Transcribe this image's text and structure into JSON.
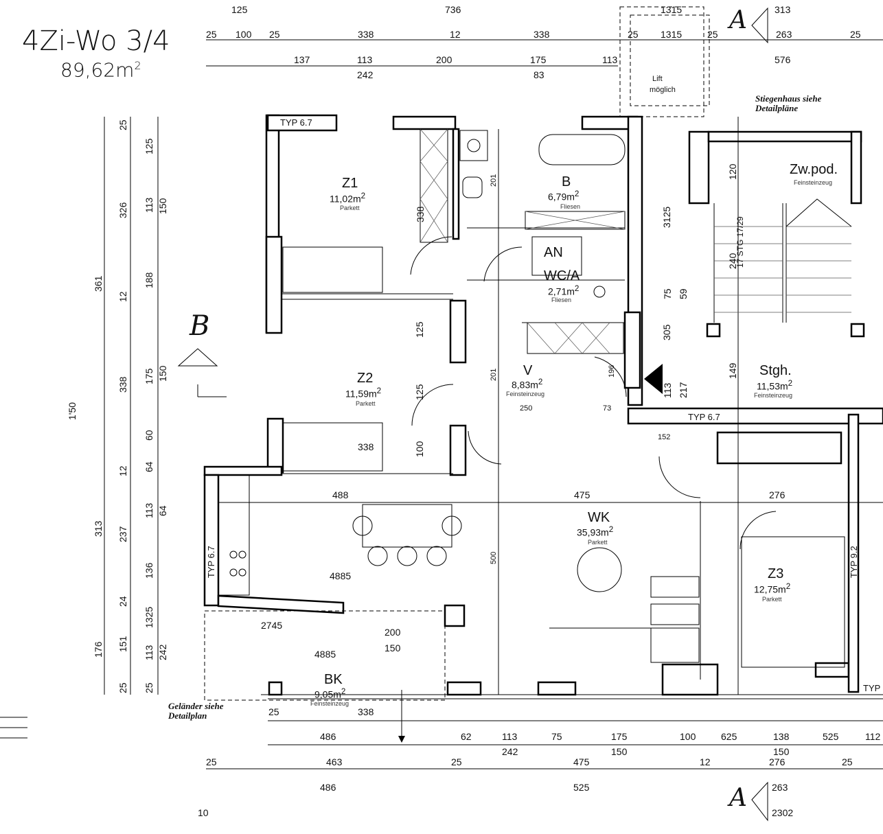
{
  "apartment": {
    "label": "4Zi-Wo 3/4",
    "area": "89,62m",
    "area_sup": "2"
  },
  "rooms": [
    {
      "id": "z1",
      "name": "Z1",
      "area": "11,02m",
      "sup": "2",
      "floor": "Parkett"
    },
    {
      "id": "z2",
      "name": "Z2",
      "area": "11,59m",
      "sup": "2",
      "floor": "Parkett"
    },
    {
      "id": "b",
      "name": "B",
      "area": "6,79m",
      "sup": "2",
      "floor": "Fliesen"
    },
    {
      "id": "an",
      "name": "AN"
    },
    {
      "id": "wc",
      "name": "WC/A",
      "area": "2,71m",
      "sup": "2",
      "floor": "Fliesen"
    },
    {
      "id": "v",
      "name": "V",
      "area": "8,83m",
      "sup": "2",
      "floor": "Feinsteinzeug"
    },
    {
      "id": "wk",
      "name": "WK",
      "area": "35,93m",
      "sup": "2",
      "floor": "Parkett"
    },
    {
      "id": "z3",
      "name": "Z3",
      "area": "12,75m",
      "sup": "2",
      "floor": "Parkett"
    },
    {
      "id": "bk",
      "name": "BK",
      "area": "9,05m",
      "sup": "2",
      "floor": "Feinsteinzeug"
    },
    {
      "id": "stgh",
      "name": "Stgh.",
      "area": "11,53m",
      "sup": "2",
      "floor": "Feinsteinzeug"
    },
    {
      "id": "zwpod",
      "name": "Zw.pod.",
      "floor": "Feinsteinzeug"
    }
  ],
  "section_marks": {
    "a": "A",
    "b": "B"
  },
  "notes": {
    "stair": [
      "Stiegenhaus siehe",
      "Detailpläne"
    ],
    "railing": [
      "Geländer siehe",
      "Detailplan"
    ],
    "lift": [
      "Lift",
      "möglich"
    ],
    "stair_steps": "17 STG 17/29"
  },
  "window_types": {
    "t1": "TYP 6.7",
    "t2": "TYP 6.7",
    "t3": "TYP 6.7",
    "t4": "TYP 9.2",
    "t5": "TYP"
  },
  "dims_h": {
    "r1": [
      "125",
      "736",
      "1315",
      "313"
    ],
    "r2": [
      "25",
      "100",
      "25",
      "338",
      "12",
      "338",
      "25",
      "1315",
      "25",
      "263",
      "25"
    ],
    "r3": [
      "137",
      "113",
      "200",
      "175",
      "113",
      "576"
    ],
    "r3b": [
      "242",
      "83"
    ],
    "b1": [
      "25",
      "338"
    ],
    "b2": [
      "486",
      "62",
      "113",
      "75",
      "175",
      "100",
      "625",
      "138",
      "525",
      "112"
    ],
    "b2b": [
      "242",
      "150",
      "150"
    ],
    "b3": [
      "25",
      "463",
      "25",
      "475",
      "12",
      "276",
      "25"
    ],
    "b4": [
      "486",
      "525",
      "263"
    ],
    "b5": [
      "10",
      "2302"
    ],
    "int": [
      "338",
      "488",
      "475",
      "276",
      "4885",
      "200",
      "150",
      "4885",
      "338",
      "250",
      "73",
      "152",
      "2745"
    ]
  },
  "dims_v": {
    "c1": [
      "1'50",
      "361",
      "313",
      "176"
    ],
    "c2": [
      "25",
      "326",
      "12",
      "338",
      "12",
      "237",
      "24",
      "151",
      "25"
    ],
    "c3": [
      "125",
      "113",
      "188",
      "175",
      "60",
      "64",
      "113",
      "136",
      "1325",
      "113",
      "25"
    ],
    "c4": [
      "150",
      "150",
      "64",
      "242"
    ],
    "int": [
      "338",
      "201",
      "201",
      "500",
      "125",
      "125",
      "100",
      "120",
      "240",
      "149",
      "75",
      "59",
      "113",
      "217",
      "3125",
      "305",
      "196"
    ]
  }
}
